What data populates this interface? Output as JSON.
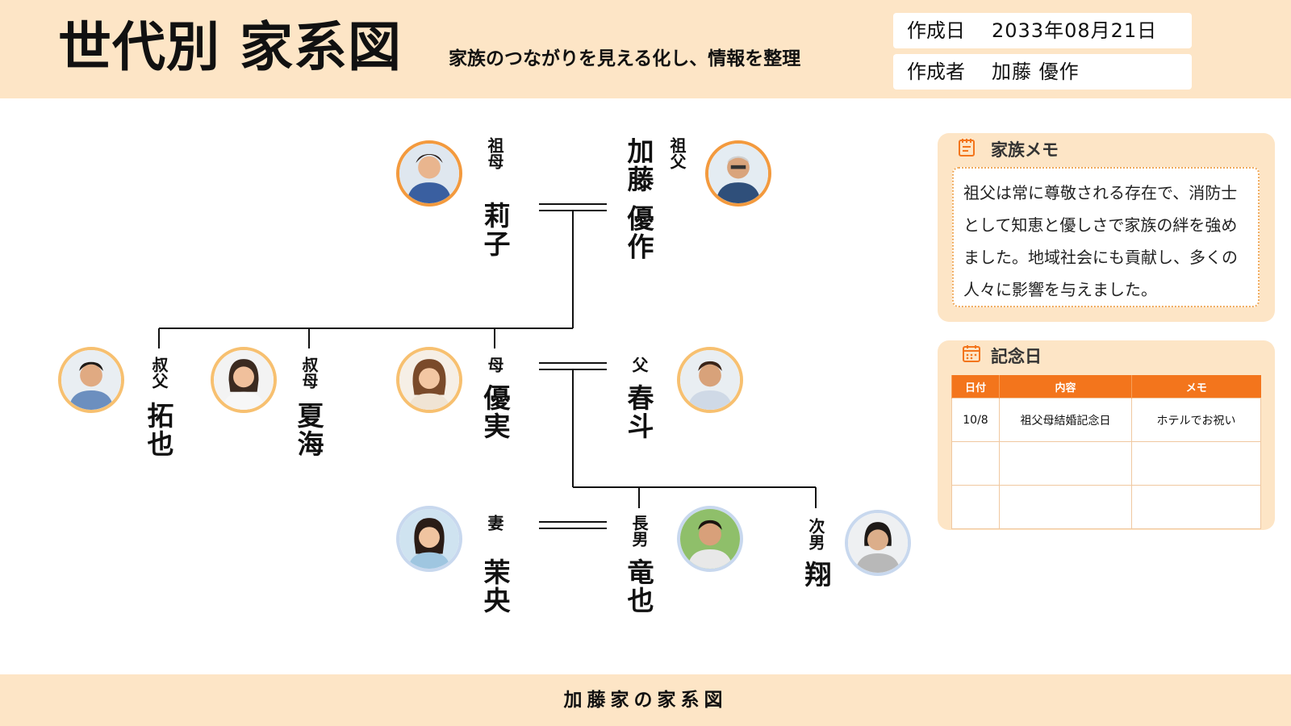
{
  "header": {
    "title": "世代別 家系図",
    "subtitle": "家族のつながりを見える化し、情報を整理",
    "created_date_label": "作成日",
    "created_date_value": "2033年08月21日",
    "author_label": "作成者",
    "author_value": "加藤 優作"
  },
  "tree": {
    "grandmother": {
      "relation": "祖母",
      "name": "莉子"
    },
    "grandfather": {
      "relation": "祖父",
      "name": "加藤 優作"
    },
    "uncle": {
      "relation": "叔父",
      "name": "拓也"
    },
    "aunt": {
      "relation": "叔母",
      "name": "夏海"
    },
    "mother": {
      "relation": "母",
      "name": "優実"
    },
    "father": {
      "relation": "父",
      "name": "春斗"
    },
    "wife": {
      "relation": "妻",
      "name": "茉央"
    },
    "eldest_son": {
      "relation": "長男",
      "name": "竜也"
    },
    "second_son": {
      "relation": "次男",
      "name": "翔"
    }
  },
  "memo": {
    "title": "家族メモ",
    "text": "祖父は常に尊敬される存在で、消防士として知恵と優しさで家族の絆を強めました。地域社会にも貢献し、多くの人々に影響を与えました。"
  },
  "anniversary": {
    "title": "記念日",
    "columns": [
      "日付",
      "内容",
      "メモ"
    ],
    "rows": [
      [
        "10/8",
        "祖父母結婚記念日",
        "ホテルでお祝い"
      ],
      [
        "",
        "",
        ""
      ],
      [
        "",
        "",
        ""
      ]
    ]
  },
  "footer": {
    "text": "加藤家の家系図"
  },
  "colors": {
    "accent": "#f3751c",
    "panel": "#fde5c6",
    "avatar_border": "#f39a3e"
  }
}
